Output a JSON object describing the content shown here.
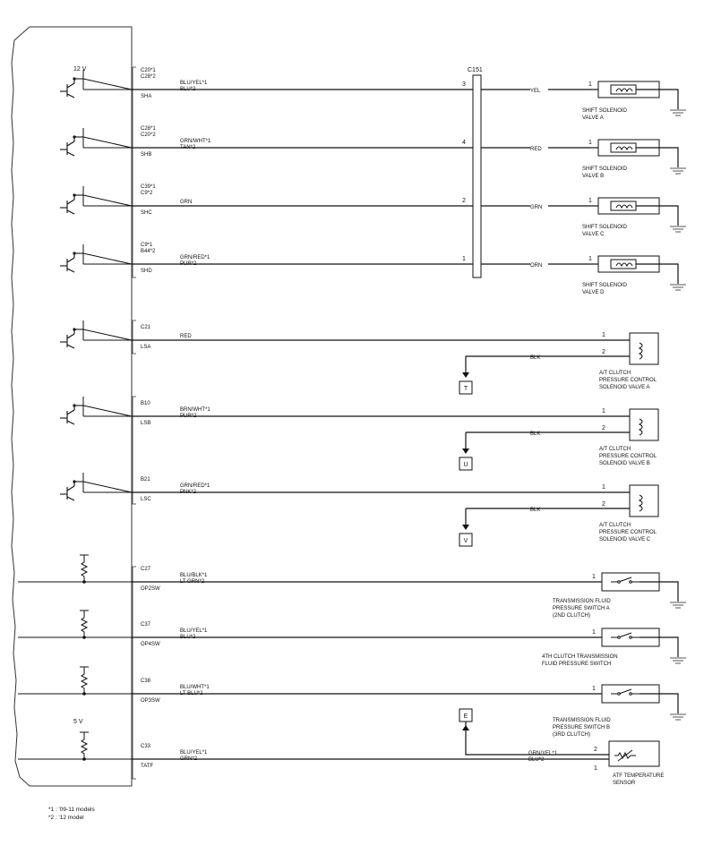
{
  "voltages": {
    "v12": "12 V",
    "v5": "5 V"
  },
  "connector": {
    "name": "C151"
  },
  "circuits": [
    {
      "id": "sha",
      "pins": [
        "C20*1",
        "C28*2"
      ],
      "signal": "SHA",
      "wires": [
        "BLU/YEL*1",
        "BLU*2"
      ],
      "c151_pin": "3",
      "out_wire": "YEL",
      "comp_pin": "1",
      "comp_label": [
        "SHIFT SOLENOID",
        "VALVE A"
      ]
    },
    {
      "id": "shb",
      "pins": [
        "C28*1",
        "C20*2"
      ],
      "signal": "SHB",
      "wires": [
        "GRN/WHT*1",
        "TAN*2"
      ],
      "c151_pin": "4",
      "out_wire": "RED",
      "comp_pin": "1",
      "comp_label": [
        "SHIFT SOLENOID",
        "VALVE B"
      ]
    },
    {
      "id": "shc",
      "pins": [
        "C39*1",
        "C9*2"
      ],
      "signal": "SHC",
      "wires": [
        "GRN"
      ],
      "c151_pin": "2",
      "out_wire": "GRN",
      "comp_pin": "1",
      "comp_label": [
        "SHIFT SOLENOID",
        "VALVE C"
      ]
    },
    {
      "id": "shd",
      "pins": [
        "C9*1",
        "B44*2"
      ],
      "signal": "SHD",
      "wires": [
        "GRN/RED*1",
        "PUR*2"
      ],
      "c151_pin": "1",
      "out_wire": "ORN",
      "comp_pin": "1",
      "comp_label": [
        "SHIFT SOLENOID",
        "VALVE D"
      ]
    },
    {
      "id": "lsa",
      "pins": [
        "C21"
      ],
      "signal": "LSA",
      "wires": [
        "RED"
      ],
      "pin1": "1",
      "pin2": "2",
      "gnd_wire": "BLK",
      "gnd_ref": "T",
      "comp_label": [
        "A/T CLUTCH",
        "PRESSURE CONTROL",
        "SOLENOID VALVE A"
      ]
    },
    {
      "id": "lsb",
      "pins": [
        "B10"
      ],
      "signal": "LSB",
      "wires": [
        "BRN/WHT*1",
        "PUR*2"
      ],
      "pin1": "1",
      "pin2": "2",
      "gnd_wire": "BLK",
      "gnd_ref": "U",
      "comp_label": [
        "A/T CLUTCH",
        "PRESSURE CONTROL",
        "SOLENOID VALVE B"
      ]
    },
    {
      "id": "lsc",
      "pins": [
        "B21"
      ],
      "signal": "LSC",
      "wires": [
        "GRN/RED*1",
        "PNK*2"
      ],
      "pin1": "1",
      "pin2": "2",
      "gnd_wire": "BLK",
      "gnd_ref": "V",
      "comp_label": [
        "A/T CLUTCH",
        "PRESSURE CONTROL",
        "SOLENOID VALVE C"
      ]
    },
    {
      "id": "op2sw",
      "pins": [
        "C27"
      ],
      "signal": "OP2SW",
      "wires": [
        "BLU/BLK*1",
        "LT GRN*2"
      ],
      "comp_pin": "1",
      "comp_label": [
        "TRANSMISSION FLUID",
        "PRESSURE SWITCH A",
        "(2ND CLUTCH)"
      ]
    },
    {
      "id": "op4sw",
      "pins": [
        "C37"
      ],
      "signal": "OP4SW",
      "wires": [
        "BLU/YEL*1",
        "BLU*2"
      ],
      "comp_pin": "1",
      "comp_label": [
        "4TH CLUTCH TRANSMISSION",
        "FLUID PRESSURE SWITCH"
      ]
    },
    {
      "id": "op3sw",
      "pins": [
        "C38"
      ],
      "signal": "OP3SW",
      "wires": [
        "BLU/WHT*1",
        "LT BLU*2"
      ],
      "comp_pin": "1",
      "comp_label": [
        "TRANSMISSION FLUID",
        "PRESSURE SWITCH B",
        "(3RD CLUTCH)"
      ]
    },
    {
      "id": "tatf",
      "pins": [
        "C33"
      ],
      "signal": "TATF",
      "wires": [
        "BLU/YEL*1",
        "GRN*2"
      ],
      "pin1": "1",
      "pin2": "2",
      "gnd_wires": [
        "GRN/YEL*1",
        "BLU*2"
      ],
      "gnd_ref": "E",
      "comp_label": [
        "ATF TEMPERATURE",
        "SENSOR"
      ]
    }
  ],
  "footnotes": [
    "*1 : '09-11 models",
    "*2 : '12 model"
  ]
}
